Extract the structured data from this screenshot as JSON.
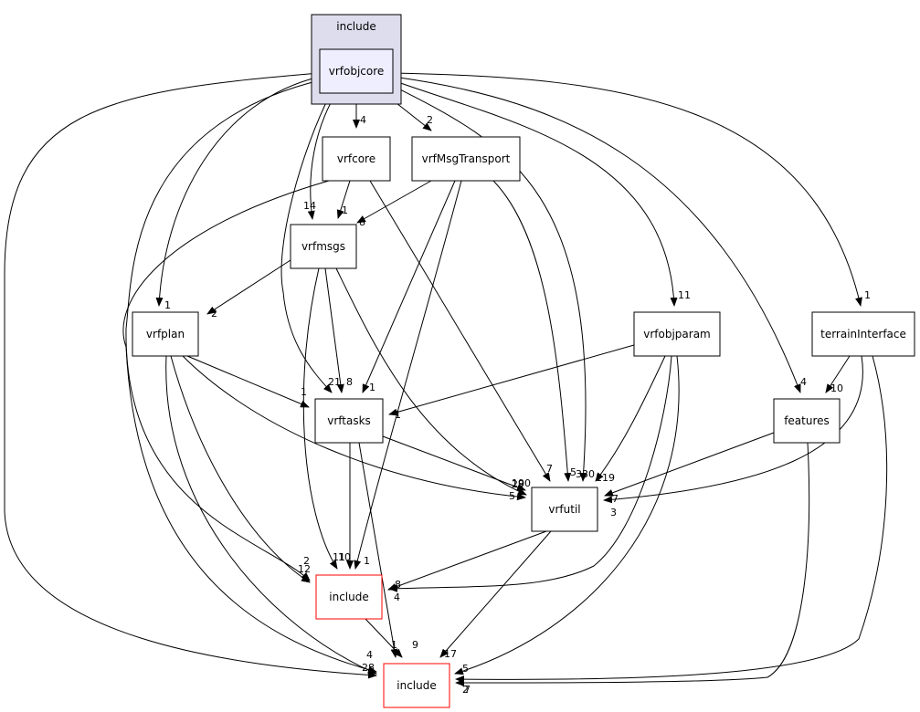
{
  "diagram": {
    "cluster": {
      "id": "include_cluster",
      "label": "include"
    },
    "nodes": [
      {
        "id": "vrfobjcore",
        "label": "vrfobjcore",
        "kind": "focus"
      },
      {
        "id": "vrfcore",
        "label": "vrfcore",
        "kind": "normal"
      },
      {
        "id": "vrfMsgTransport",
        "label": "vrfMsgTransport",
        "kind": "normal"
      },
      {
        "id": "vrfmsgs",
        "label": "vrfmsgs",
        "kind": "normal"
      },
      {
        "id": "vrfplan",
        "label": "vrfplan",
        "kind": "normal"
      },
      {
        "id": "vrfobjparam",
        "label": "vrfobjparam",
        "kind": "normal"
      },
      {
        "id": "terrainInterface",
        "label": "terrainInterface",
        "kind": "normal"
      },
      {
        "id": "vrftasks",
        "label": "vrftasks",
        "kind": "normal"
      },
      {
        "id": "features",
        "label": "features",
        "kind": "normal"
      },
      {
        "id": "vrfutil",
        "label": "vrfutil",
        "kind": "normal"
      },
      {
        "id": "include_mid",
        "label": "include",
        "kind": "external"
      },
      {
        "id": "include_bottom",
        "label": "include",
        "kind": "external"
      }
    ],
    "edges": [
      {
        "from": "vrfobjcore",
        "to": "vrfcore",
        "label": "4"
      },
      {
        "from": "vrfobjcore",
        "to": "vrfMsgTransport",
        "label": "2"
      },
      {
        "from": "vrfobjcore",
        "to": "vrfmsgs",
        "label": "14"
      },
      {
        "from": "vrfobjcore",
        "to": "vrfplan",
        "label": "1"
      },
      {
        "from": "vrfobjcore",
        "to": "vrftasks",
        "label": "21"
      },
      {
        "from": "vrfobjcore",
        "to": "vrfobjparam",
        "label": "11"
      },
      {
        "from": "vrfobjcore",
        "to": "terrainInterface",
        "label": "1"
      },
      {
        "from": "vrfobjcore",
        "to": "features",
        "label": "4"
      },
      {
        "from": "vrfobjcore",
        "to": "vrfutil",
        "label": "330"
      },
      {
        "from": "vrfobjcore",
        "to": "include_mid",
        "label": "12"
      },
      {
        "from": "vrfobjcore",
        "to": "include_bottom",
        "label": "28"
      },
      {
        "from": "vrfcore",
        "to": "vrfmsgs",
        "label": "1"
      },
      {
        "from": "vrfcore",
        "to": "vrfutil",
        "label": "7"
      },
      {
        "from": "vrfcore",
        "to": "include_bottom",
        "label": ""
      },
      {
        "from": "vrfMsgTransport",
        "to": "vrfmsgs",
        "label": "8"
      },
      {
        "from": "vrfMsgTransport",
        "to": "vrftasks",
        "label": "1"
      },
      {
        "from": "vrfMsgTransport",
        "to": "vrfutil",
        "label": "5"
      },
      {
        "from": "vrfMsgTransport",
        "to": "include_mid",
        "label": "1"
      },
      {
        "from": "vrfmsgs",
        "to": "vrfplan",
        "label": "2"
      },
      {
        "from": "vrfmsgs",
        "to": "vrftasks",
        "label": "8"
      },
      {
        "from": "vrfmsgs",
        "to": "vrfutil",
        "label": "190"
      },
      {
        "from": "vrfmsgs",
        "to": "include_mid",
        "label": "11"
      },
      {
        "from": "vrfplan",
        "to": "vrftasks",
        "label": "1"
      },
      {
        "from": "vrfplan",
        "to": "vrfutil",
        "label": "5"
      },
      {
        "from": "vrfplan",
        "to": "include_mid",
        "label": "2"
      },
      {
        "from": "vrfplan",
        "to": "include_bottom",
        "label": "4"
      },
      {
        "from": "vrfobjparam",
        "to": "vrftasks",
        "label": "1"
      },
      {
        "from": "vrfobjparam",
        "to": "vrfutil",
        "label": "119"
      },
      {
        "from": "vrfobjparam",
        "to": "include_mid",
        "label": "8"
      },
      {
        "from": "vrfobjparam",
        "to": "include_bottom",
        "label": "5"
      },
      {
        "from": "terrainInterface",
        "to": "features",
        "label": "10"
      },
      {
        "from": "terrainInterface",
        "to": "vrfutil",
        "label": "3"
      },
      {
        "from": "terrainInterface",
        "to": "include_bottom",
        "label": "7"
      },
      {
        "from": "vrftasks",
        "to": "vrfutil",
        "label": "29"
      },
      {
        "from": "vrftasks",
        "to": "include_mid",
        "label": "10"
      },
      {
        "from": "vrftasks",
        "to": "include_bottom",
        "label": "9"
      },
      {
        "from": "features",
        "to": "vrfutil",
        "label": "7"
      },
      {
        "from": "features",
        "to": "include_bottom",
        "label": "2"
      },
      {
        "from": "vrfutil",
        "to": "include_mid",
        "label": "4"
      },
      {
        "from": "vrfutil",
        "to": "include_bottom",
        "label": "17"
      },
      {
        "from": "include_mid",
        "to": "include_bottom",
        "label": "1"
      }
    ]
  }
}
